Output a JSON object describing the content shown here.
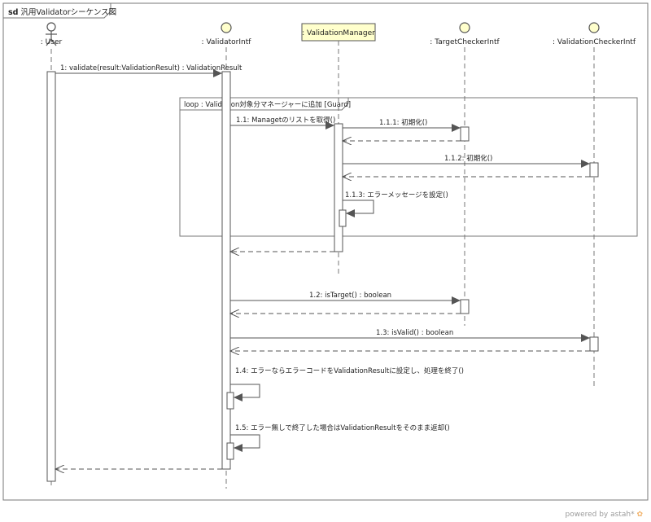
{
  "diagram": {
    "kind_label": "sd",
    "title": "汎用Validatorシーケンス図",
    "watermark": "powered by astah*"
  },
  "lifelines": [
    {
      "id": "user",
      "label": ": User",
      "kind": "actor"
    },
    {
      "id": "vi",
      "label": ": ValidatorIntf",
      "kind": "interface"
    },
    {
      "id": "vm",
      "label": ": ValidationManager",
      "kind": "class"
    },
    {
      "id": "tc",
      "label": ": TargetCheckerIntf",
      "kind": "interface"
    },
    {
      "id": "vc",
      "label": ": ValidationCheckerIntf",
      "kind": "interface"
    }
  ],
  "fragment": {
    "operator": "loop",
    "label": "loop : Validation対象分マネージャーに追加 [Guard]"
  },
  "messages": [
    {
      "id": "m1",
      "label": "1: validate(result:ValidationResult) : ValidationResult"
    },
    {
      "id": "m11",
      "label": "1.1: Managetのリストを取得()"
    },
    {
      "id": "m111",
      "label": "1.1.1: 初期化()"
    },
    {
      "id": "m112",
      "label": "1.1.2: 初期化()"
    },
    {
      "id": "m113",
      "label": "1.1.3: エラーメッセージを設定()"
    },
    {
      "id": "m12",
      "label": "1.2: isTarget() : boolean"
    },
    {
      "id": "m13",
      "label": "1.3: isValid() : boolean"
    },
    {
      "id": "m14",
      "label": "1.4: エラーならエラーコードをValidationResultに設定し、処理を終了()"
    },
    {
      "id": "m15",
      "label": "1.5: エラー無しで終了した場合はValidationResultをそのまま返却()"
    }
  ],
  "colors": {
    "line": "#555555",
    "activation_fill": "#ffffff",
    "class_fill": "#ffffcc",
    "lifeline_head_fill": "#ffffcc",
    "watermark_accent": "#f2b36a"
  }
}
